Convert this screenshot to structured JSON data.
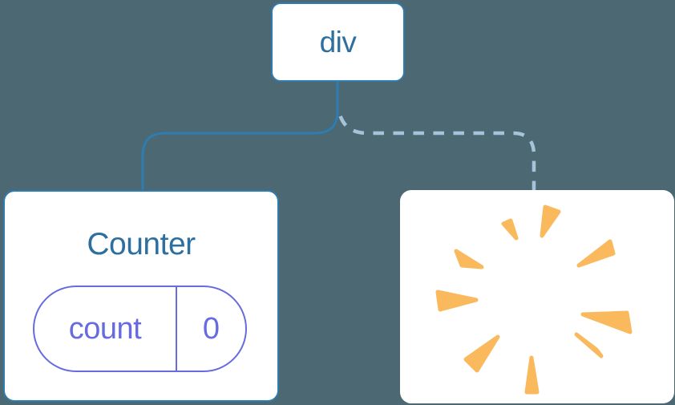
{
  "diagram": {
    "description": "React component tree diagram: div root keeps Counter child (state preserved) while second child is removed (poof)",
    "root": {
      "label": "div"
    },
    "counter": {
      "title": "Counter",
      "state_pill": {
        "key": "count",
        "value": "0"
      }
    },
    "removed": {
      "icon": "poof-sparkle-icon"
    },
    "colors": {
      "background": "#4C6872",
      "node_background": "#FFFFFF",
      "node_border_blue": "#2E7CB0",
      "node_text_blue": "#2D6F9E",
      "edge_solid_blue": "#2E7CB0",
      "edge_dashed_light_blue": "#A5C4DB",
      "state_purple": "#666CE0",
      "poof_orange": "#F9B95C"
    }
  }
}
